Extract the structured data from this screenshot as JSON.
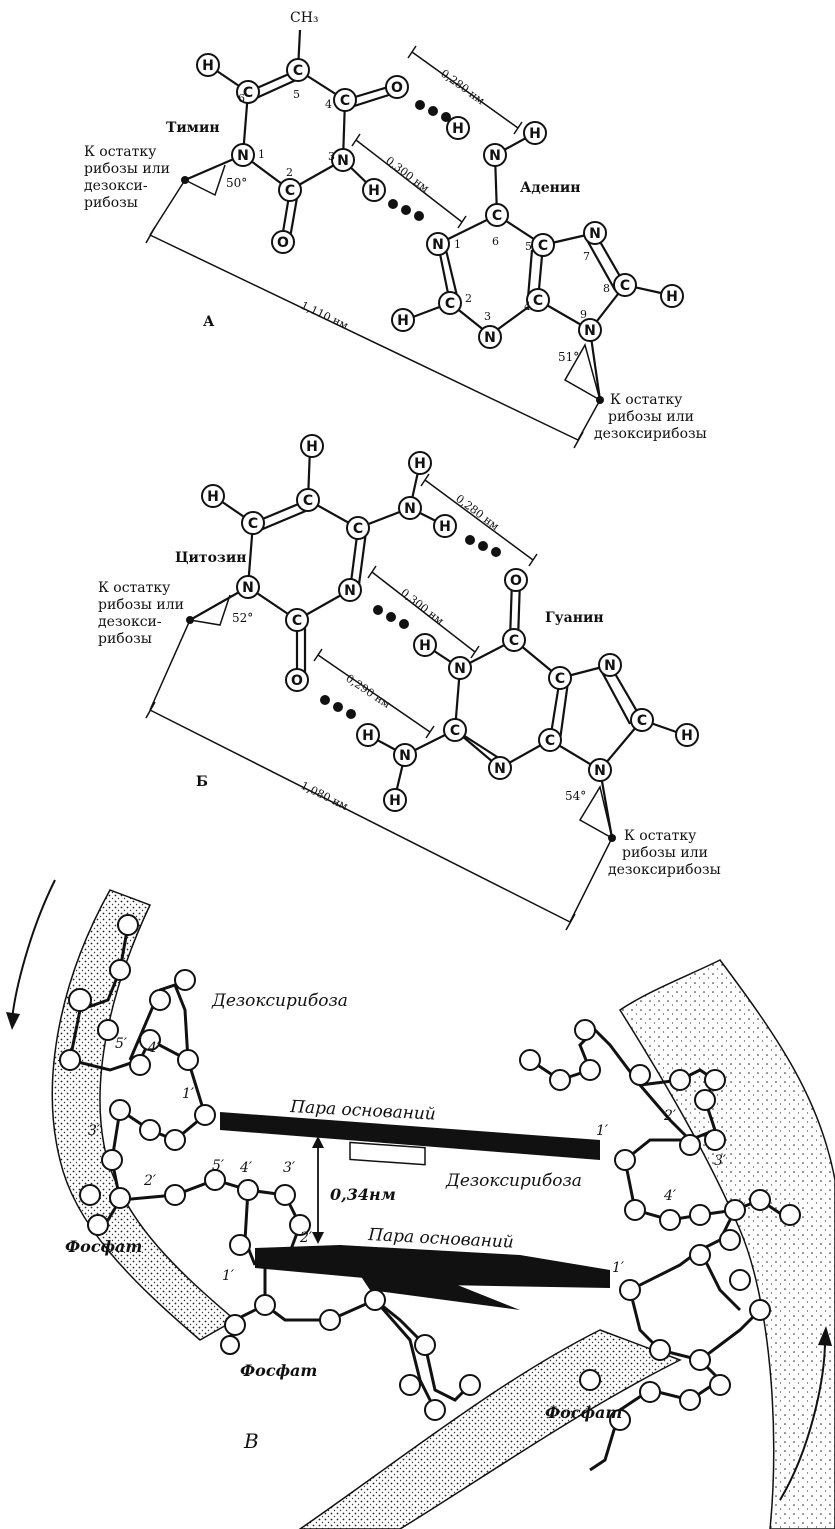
{
  "panel_a": {
    "letter": "А",
    "base_left": "Тимин",
    "base_right": "Аденин",
    "sugar_note": [
      "К остатку",
      "рибозы или",
      "дезокси-",
      "рибозы"
    ],
    "sugar_note_right": [
      "К остатку",
      "рибозы или",
      "дезоксирибозы"
    ],
    "angle_left": "50°",
    "angle_right": "51°",
    "dist_top": "0,280 нм",
    "dist_mid": "0,300 нм",
    "dist_long": "1,110 нм",
    "methyl": "CH₃"
  },
  "panel_b": {
    "letter": "Б",
    "base_left": "Цитозин",
    "base_right": "Гуанин",
    "sugar_note": [
      "К остатку",
      "рибозы или",
      "дезокси-",
      "рибозы"
    ],
    "sugar_note_right": [
      "К остатку",
      "рибозы или",
      "дезоксирибозы"
    ],
    "angle_left": "52°",
    "angle_right": "54°",
    "dist_top": "0,280 нм",
    "dist_mid": "0,300 нм",
    "dist_bot": "0,290 нм",
    "dist_long": "1,080 нм"
  },
  "panel_c": {
    "letter": "В",
    "deoxyribose_top": "Дезоксирибоза",
    "deoxyribose_right": "Дезоксирибоза",
    "base_pair_top": "Пара оснований",
    "base_pair_bottom": "Пара оснований",
    "spacing": "0,34нм",
    "phosphate_left": "Фосфат",
    "phosphate_mid": "Фосфат",
    "phosphate_right": "Фосфат",
    "primes": {
      "p5a": "5′",
      "p4a": "4′",
      "p3a": "3′",
      "p1a": "1′",
      "p2a": "2′",
      "p5b": "5′",
      "p4b": "4′",
      "p3b": "3′",
      "p2b": "2′",
      "p1b": "1′",
      "p1c": "1′",
      "p2c": "2′",
      "p3c": "3′",
      "p4c": "4′",
      "p1d": "1′"
    }
  },
  "atoms": {
    "H": "H",
    "C": "C",
    "N": "N",
    "O": "O"
  },
  "numbers": {
    "n1": "1",
    "n2": "2",
    "n3": "3",
    "n4": "4",
    "n5": "5",
    "n6": "6",
    "n7": "7",
    "n8": "8",
    "n9": "9"
  }
}
